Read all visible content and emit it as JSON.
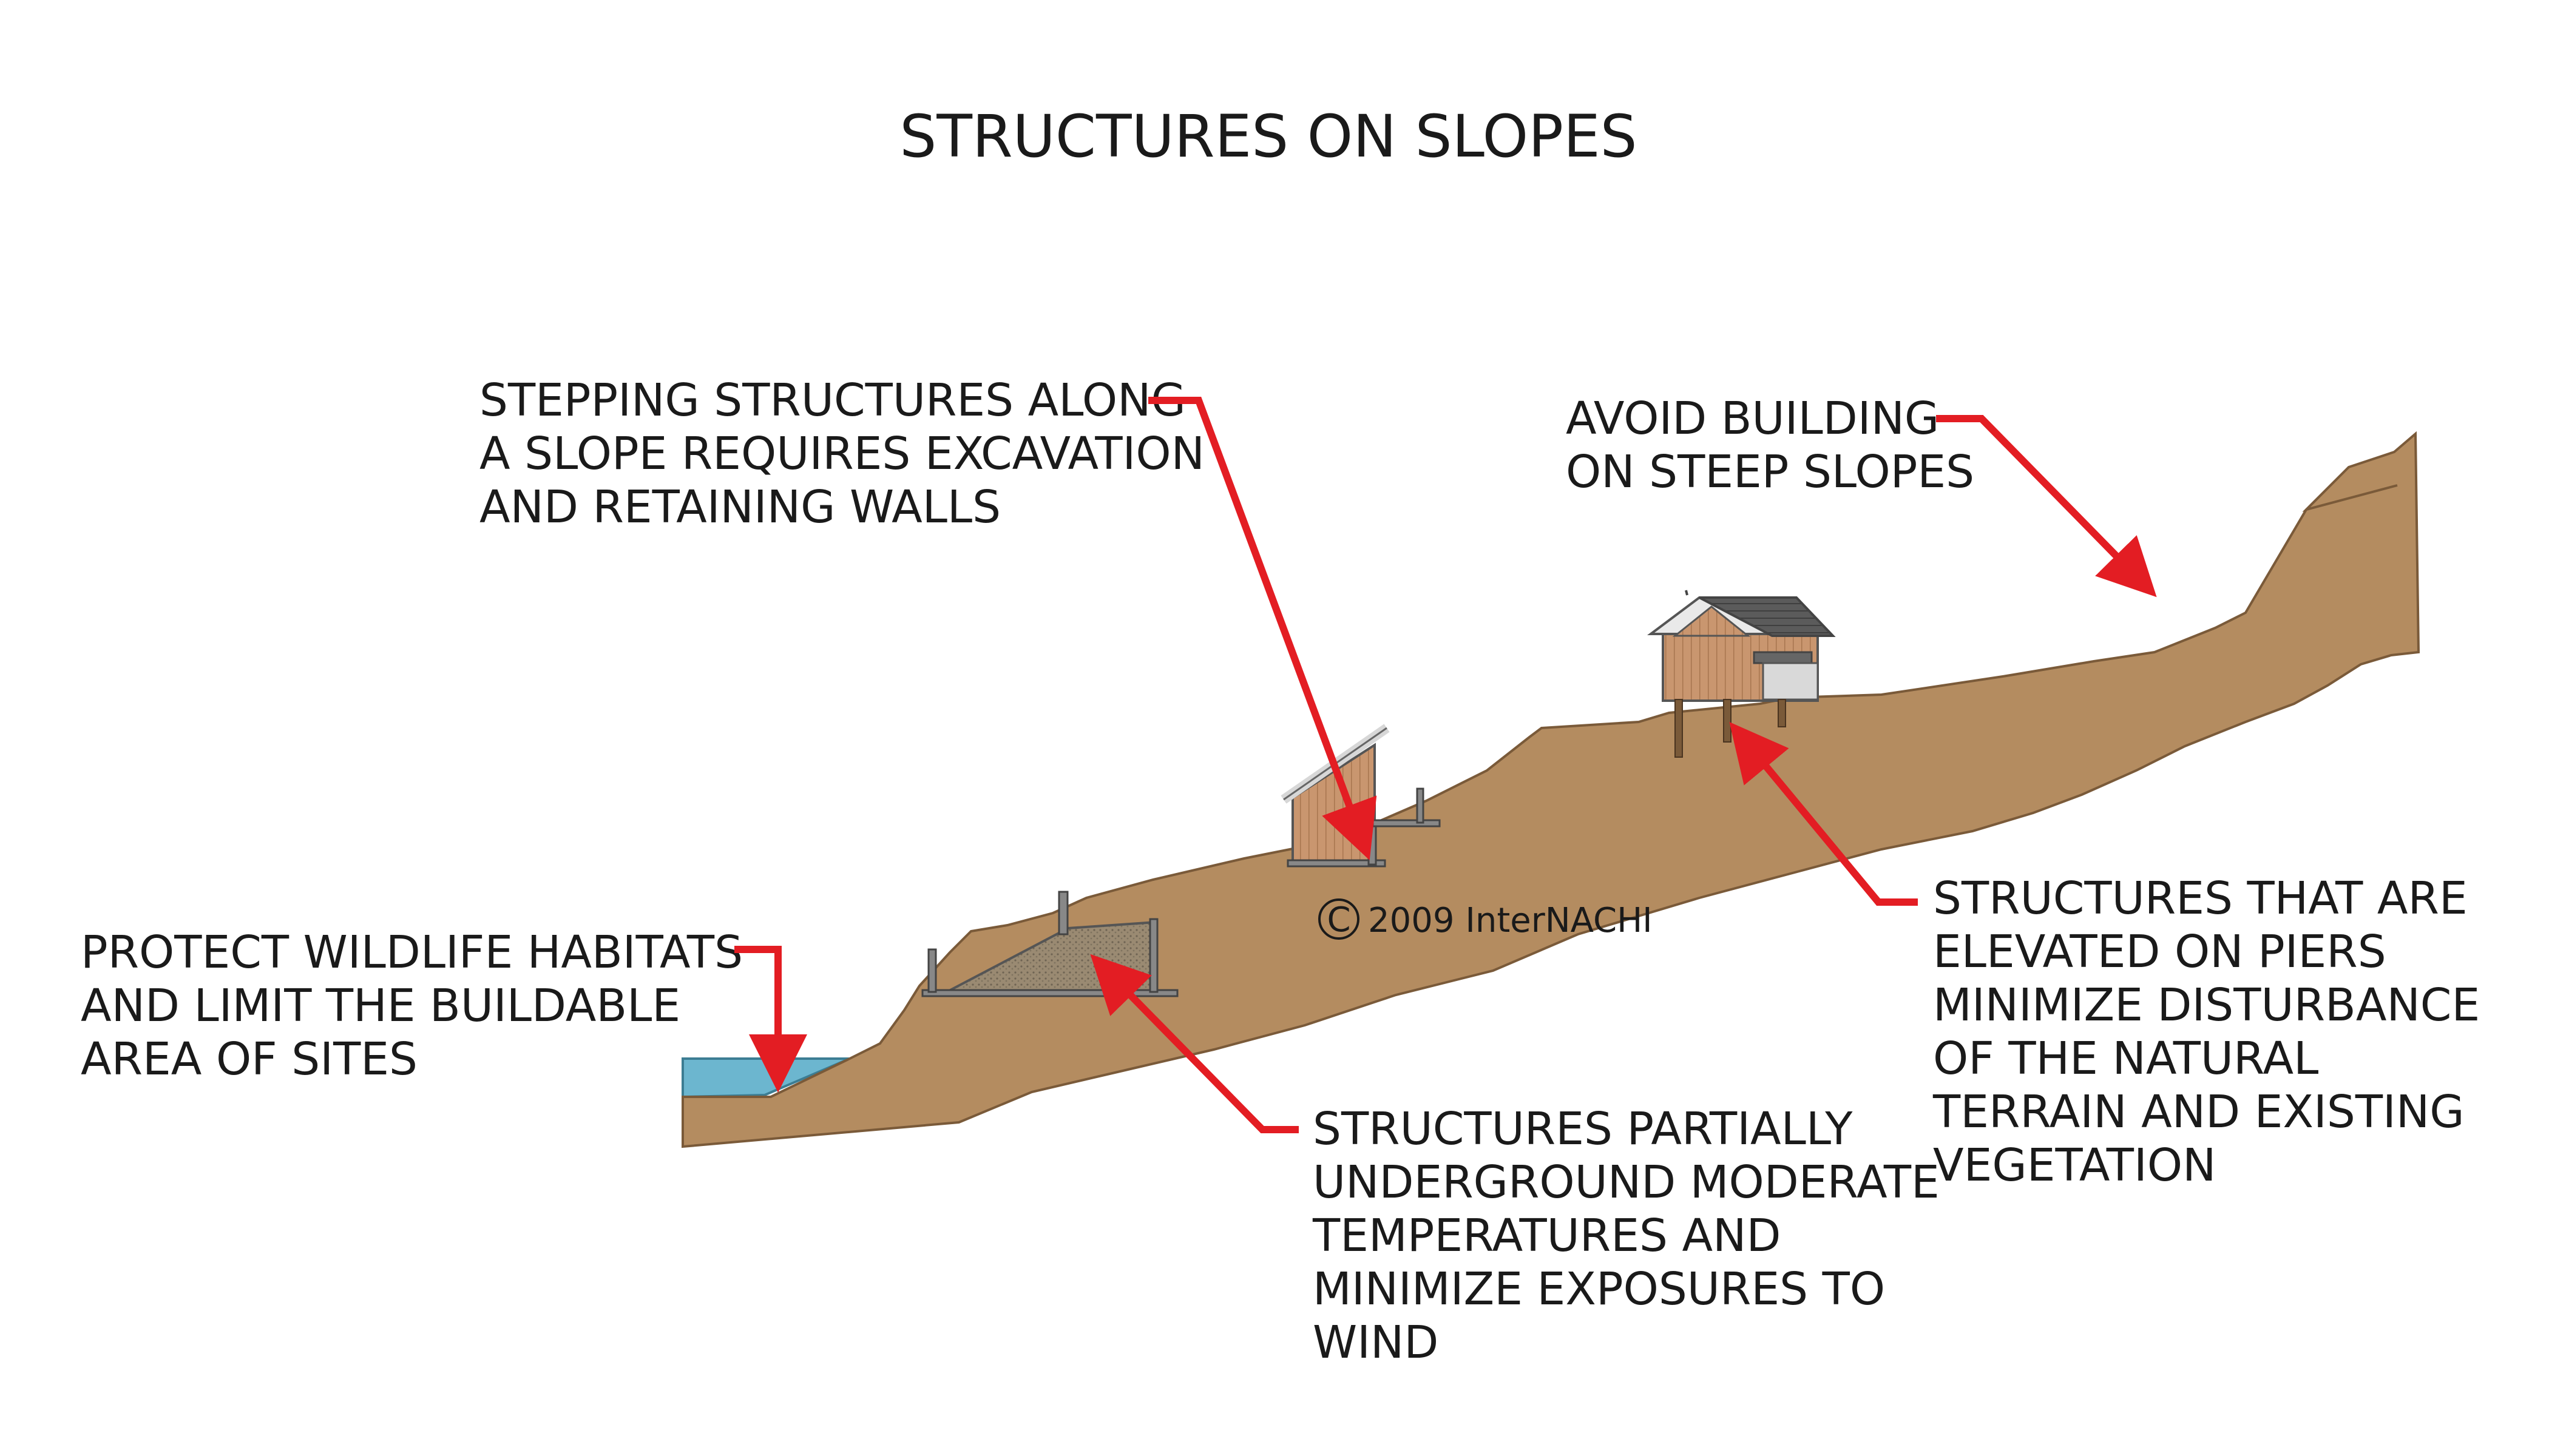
{
  "title": "STRUCTURES ON SLOPES",
  "copyright": "2009 InterNACHI",
  "copyright_symbol": "C",
  "callouts": {
    "stepping": [
      "STEPPING STRUCTURES ALONG",
      "A SLOPE REQUIRES EXCAVATION",
      "AND RETAINING WALLS"
    ],
    "steep": [
      "AVOID BUILDING",
      "ON STEEP SLOPES"
    ],
    "wildlife": [
      "PROTECT WILDLIFE HABITATS",
      "AND LIMIT THE BUILDABLE",
      "AREA OF SITES"
    ],
    "underground": [
      "STRUCTURES PARTIALLY",
      "UNDERGROUND MODERATE",
      "TEMPERATURES AND",
      "MINIMIZE EXPOSURES TO",
      "WIND"
    ],
    "piers": [
      "STRUCTURES THAT ARE",
      "ELEVATED ON PIERS",
      "MINIMIZE DISTURBANCE",
      "OF THE NATURAL",
      "TERRAIN AND EXISTING",
      "VEGETATION"
    ]
  },
  "colors": {
    "ground": "#b48c60",
    "ground_edge": "#7a5a39",
    "water": "#6cb6cf",
    "arrow": "#e31d23",
    "structure_wall": "#c9966f",
    "roof": "#5a5a5a"
  }
}
